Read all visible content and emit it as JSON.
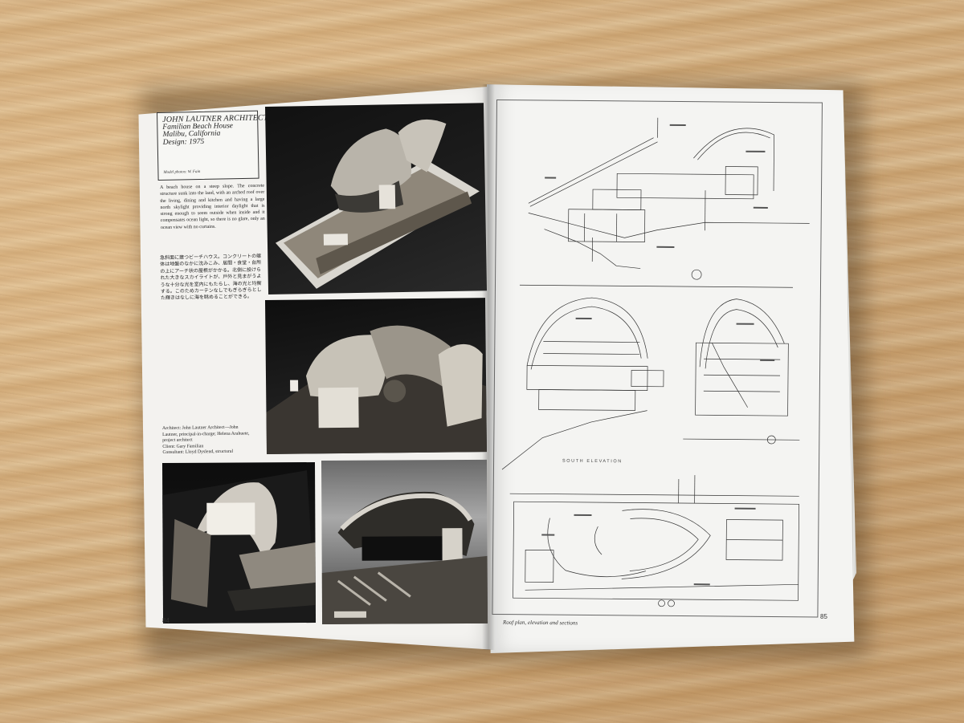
{
  "left_page": {
    "header": {
      "architect": "JOHN LAUTNER ARCHITECT",
      "project": "Familian Beach House",
      "location": "Malibu, California",
      "design": "Design: 1975",
      "photo_credit": "Model photos: W. Fain"
    },
    "body_en": "A beach house on a steep slope. The concrete structure sunk into the land, with an arched roof over the living, dining and kitchen and having a large north skylight providing interior daylight that is strong enough to seem outside when inside and it compensates ocean light, so there is no glare, only an ocean view with no curtains.",
    "body_jp": "急斜面に建つビーチハウス。コンクリートの躯体は地盤のなかに沈みこみ、居間・食堂・台所の上にアーチ状の屋根がかかる。北側に設けられた大きなスカイライトが、戸外と見まがうような十分な光を室内にもたらし、海の光と均衡する。このためカーテンなしでもぎらぎらとした輝きはなしに海を眺めることができる。",
    "credits": [
      "Architect: John Lautner Architect—John",
      "Lautner, principal-in-charge; Helena Arahuete,",
      "project architect",
      "Client: Gary Familian",
      "Consultant: Lloyd Dyslend, structural"
    ],
    "page_number": "84"
  },
  "right_page": {
    "elevation_label": "SOUTH ELEVATION",
    "caption": "Roof plan, elevation and sections",
    "page_number": "85"
  }
}
